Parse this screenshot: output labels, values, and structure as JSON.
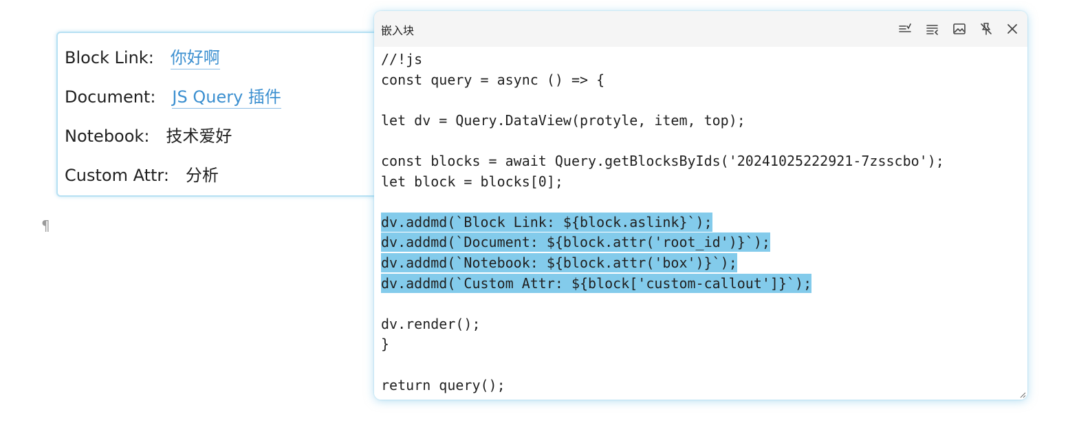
{
  "embed_card": {
    "rows": [
      {
        "label": "Block Link:",
        "value": "你好啊",
        "is_link": true
      },
      {
        "label": "Document:",
        "value": "JS Query 插件",
        "is_link": true
      },
      {
        "label": "Notebook:",
        "value": "技术爱好",
        "is_link": false
      },
      {
        "label": "Custom Attr:",
        "value": "分析",
        "is_link": false
      }
    ]
  },
  "paragraph_mark": "¶",
  "editor": {
    "title": "嵌入块",
    "toolbar_icons": [
      "update-icon",
      "refresh-list-icon",
      "image-icon",
      "unpin-icon",
      "close-icon"
    ],
    "code_lines": [
      "//!js",
      "const query = async () => {",
      "",
      "let dv = Query.DataView(protyle, item, top);",
      "",
      "const blocks = await Query.getBlocksByIds('20241025222921-7zsscbo');",
      "let block = blocks[0];",
      "",
      "dv.addmd(`Block Link: ${block.aslink}`);",
      "dv.addmd(`Document: ${block.attr('root_id')}`);",
      "dv.addmd(`Notebook: ${block.attr('box')}`);",
      "dv.addmd(`Custom Attr: ${block['custom-callout']}`);",
      "",
      "dv.render();",
      "}",
      "",
      "return query();"
    ],
    "selected_lines": [
      8,
      9,
      10,
      11
    ]
  },
  "colors": {
    "link": "#3b8fd0",
    "selection": "#83cbeb",
    "card_border": "#b6e0f3",
    "header_bg": "#f5f5f5"
  }
}
